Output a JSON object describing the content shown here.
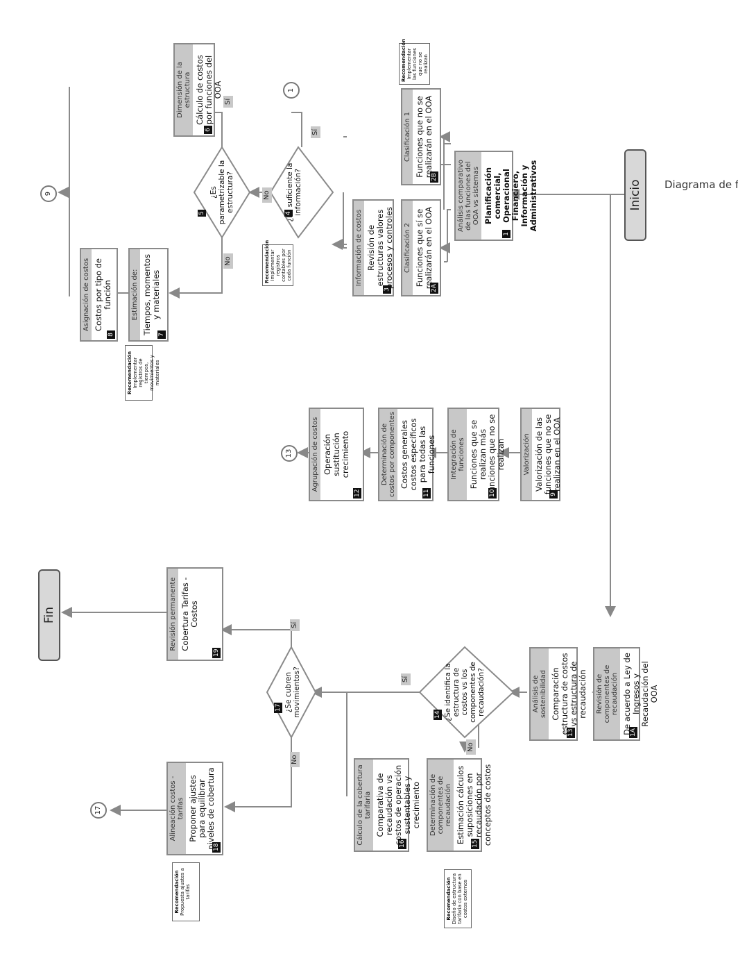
{
  "title": "Diagrama de flujo de anexos",
  "start_label": "Inicio",
  "end_label": "Fin",
  "boxes": {
    "b1": {
      "header": "Análisis comparativo de las funciones del OOA vs sistemas",
      "body": "Planificación comercial, Operacional Financiero, Información y Administrativos",
      "num": "1"
    },
    "b2b": {
      "header": "Clasificación 1",
      "body": "Funciones que no se realizarán en el OOA",
      "num": "2B"
    },
    "b2a": {
      "header": "Clasificación 2",
      "body": "Funciones que sí se realizarán en el OOA",
      "num": "2A"
    },
    "b3": {
      "header": "Información de costos",
      "body": "Revisión de estructuras valores procesos y controles",
      "num": "3"
    },
    "b6": {
      "header": "Dimensión de la estructura",
      "body": "Cálculo de costos por funciones del OOA",
      "num": "6"
    },
    "b7": {
      "header": "Estimación de:",
      "body": "Tiempos, momentos y materiales",
      "num": "7"
    },
    "b8": {
      "header": "Asignación de costos",
      "body": "Costos por tipo de función",
      "num": "8"
    },
    "b9": {
      "header": "Valorización",
      "body": "Valorización de las funciones que no se realizan en el OOA",
      "num": "9"
    },
    "b10": {
      "header": "Integración de funciones",
      "body": "Funciones que se realizan más funciones que no se realizan",
      "num": "10"
    },
    "b11": {
      "header": "Determinación de costos por componentes",
      "body": "Costos generales costos específicos para todas las funciones",
      "num": "11"
    },
    "b12": {
      "header": "Agrupación de costos",
      "body": "Operación sustitución crecimiento",
      "num": "12"
    },
    "b1a": {
      "header": "Revisión de componentes de recaudación",
      "body": "De acuerdo a Ley de Ingresos y Recaudación del OOA",
      "num": "1A"
    },
    "b13": {
      "header": "Análisis de sostenibilidad",
      "body": "Comparación estructura de costos vs estructura de recaudación",
      "num": "13"
    },
    "b15": {
      "header": "Determinación de componentes de recaudación",
      "body": "Estimación cálculos suposiciones en recaudación por conceptos de costos",
      "num": "15"
    },
    "b16": {
      "header": "Cálculo de la cobertura tarifaria",
      "body": "Comparativa de recaudación vs costos de operación sustentables y crecimiento",
      "num": "16"
    },
    "b18": {
      "header": "Alineación costos - tarifas",
      "body": "Proponer ajustes para equilibrar niveles de cobertura",
      "num": "18"
    },
    "b19": {
      "header": "Revisión permanente",
      "body": "Cobertura Tarifas - Costos",
      "num": "19"
    }
  },
  "decisions": {
    "d4": {
      "text": "¿Es suficiente la información?",
      "num": "4"
    },
    "d5": {
      "text": "¿Es parametrizable la estructura?",
      "num": "5"
    },
    "d14": {
      "text": "¿Se identifica la estructura de costos vs los componentes de recaudación?",
      "num": "14"
    },
    "d17": {
      "text": "¿Se cubren movimientos?",
      "num": "17"
    }
  },
  "labels": {
    "si": "Sí",
    "no": "No"
  },
  "connectors": {
    "c1": "1",
    "c9": "9",
    "c13": "13",
    "c17": "17"
  },
  "notes": {
    "n1": {
      "title": "Recomendación",
      "text": "Implementar las funciones que no se realizan"
    },
    "n2": {
      "title": "Recomendación",
      "text": "Implementar registros contables por cada función"
    },
    "n3": {
      "title": "Recomendación",
      "text": "Implementar registros de tiempos, movimientos y materiales"
    },
    "n4": {
      "title": "Recomendación",
      "text": "Diseño de estructura tarifaria con base en costos externos"
    },
    "n5": {
      "title": "Recomendación",
      "text": "Propuesta ajustes a tarifas"
    }
  }
}
